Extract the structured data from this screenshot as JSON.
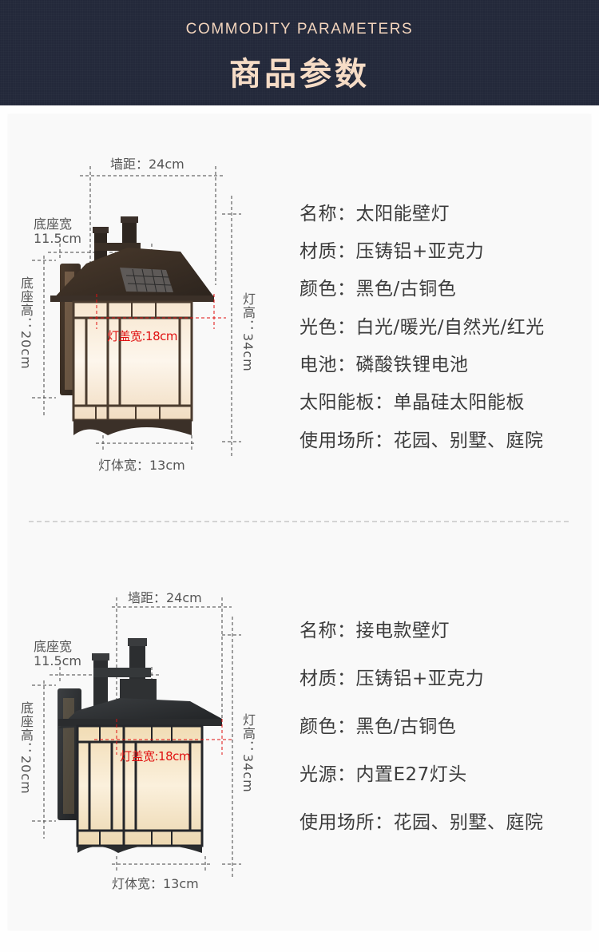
{
  "header": {
    "title_en": "COMMODITY PARAMETERS",
    "title_cn": "商品参数"
  },
  "colors": {
    "header_bg": "#23283a",
    "header_text": "#f6dcc6",
    "panel_bg": "#f9f9f9",
    "dimension_red": "#e01010",
    "spec_text": "#3c3c3c"
  },
  "products": [
    {
      "variant": "solar",
      "lamp_finish": "bronze",
      "dimensions": {
        "wall_distance": "墙距：24cm",
        "base_width_label": "底座宽",
        "base_width_value": "11.5cm",
        "base_height": "底座高：20cm",
        "lamp_height": "灯高：34cm",
        "cover_width": "灯盖宽:18cm",
        "body_width": "灯体宽：13cm"
      },
      "specs": [
        {
          "label": "名称",
          "value": "太阳能壁灯"
        },
        {
          "label": "材质",
          "value": "压铸铝+亚克力"
        },
        {
          "label": "颜色",
          "value": "黑色/古铜色"
        },
        {
          "label": "光色",
          "value": "白光/暖光/自然光/红光"
        },
        {
          "label": "电池",
          "value": "磷酸铁锂电池"
        },
        {
          "label": "太阳能板",
          "value": "单晶硅太阳能板"
        },
        {
          "label": "使用场所",
          "value": "花园、别墅、庭院"
        }
      ]
    },
    {
      "variant": "wired",
      "lamp_finish": "black",
      "dimensions": {
        "wall_distance": "墙距：24cm",
        "base_width_label": "底座宽",
        "base_width_value": "11.5cm",
        "base_height": "底座高：20cm",
        "lamp_height": "灯高：34cm",
        "cover_width": "灯盖宽:18cm",
        "body_width": "灯体宽：13cm"
      },
      "specs": [
        {
          "label": "名称",
          "value": "接电款壁灯"
        },
        {
          "label": "材质",
          "value": "压铸铝+亚克力"
        },
        {
          "label": "颜色",
          "value": "黑色/古铜色"
        },
        {
          "label": "光源",
          "value": "内置E27灯头"
        },
        {
          "label": "使用场所",
          "value": "花园、别墅、庭院"
        }
      ]
    }
  ],
  "spec_separator": "："
}
